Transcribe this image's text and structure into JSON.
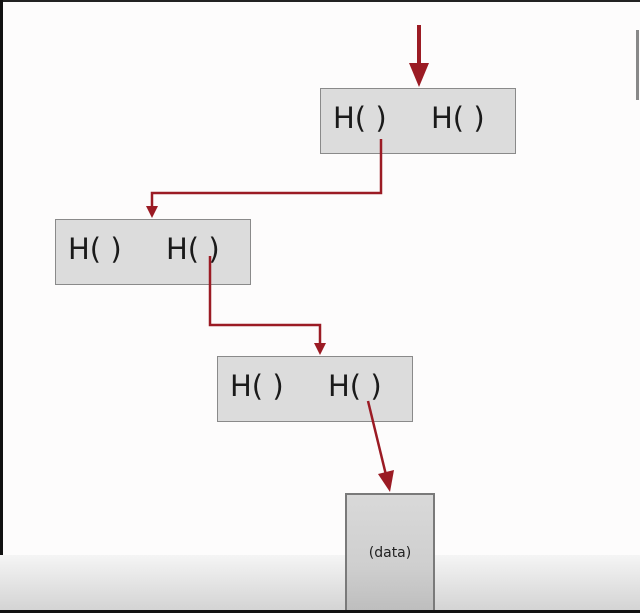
{
  "diagram": {
    "description": "Hash pointer chain (Merkle tree path) leading to data block",
    "arrow_color": "#9b1b24",
    "box_fill": "#dcdcdc",
    "nodes": [
      {
        "id": "node-top",
        "left_label": "H(  )",
        "right_label": "H(  )"
      },
      {
        "id": "node-middle",
        "left_label": "H(  )",
        "right_label": "H(  )"
      },
      {
        "id": "node-bottom",
        "left_label": "H(  )",
        "right_label": "H(  )"
      }
    ],
    "data_block": {
      "label": "(data)"
    },
    "edges": [
      {
        "from": "incoming",
        "to": "node-top"
      },
      {
        "from": "node-top.left",
        "to": "node-middle"
      },
      {
        "from": "node-middle.right",
        "to": "node-bottom"
      },
      {
        "from": "node-bottom.right",
        "to": "data_block"
      }
    ]
  }
}
